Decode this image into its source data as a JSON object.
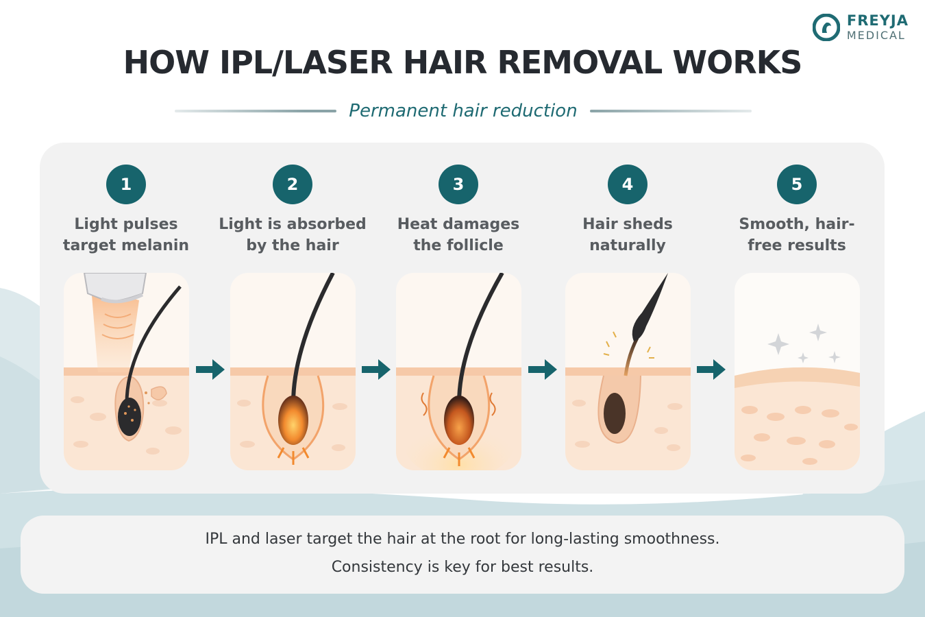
{
  "brand": {
    "name": "FREYJA",
    "sub": "MEDICAL"
  },
  "title": "HOW IPL/LASER HAIR REMOVAL WORKS",
  "subtitle": "Permanent hair reduction",
  "steps": [
    {
      "number": "1",
      "line1": "Light pulses",
      "line2": "target melanin"
    },
    {
      "number": "2",
      "line1": "Light is absorbed",
      "line2": "by the hair"
    },
    {
      "number": "3",
      "line1": "Heat damages",
      "line2": "the follicle"
    },
    {
      "number": "4",
      "line1": "Hair sheds",
      "line2": "naturally"
    },
    {
      "number": "5",
      "line1": "Smooth, hair-",
      "line2": "free results"
    }
  ],
  "note": {
    "line1": "IPL and laser target the hair at the root for long-lasting smoothness.",
    "line2": "Consistency is key for best results."
  },
  "colors": {
    "accent": "#17646c",
    "title": "#262a30",
    "skin_surface": "#f6c9a8",
    "skin_inner": "#fbe6d4",
    "hair": "#2b2b2d",
    "heat": "#f28a2e"
  },
  "icons": [
    "freyja-logo-icon",
    "light-device-icon",
    "hair-follicle-icon",
    "heat-glow-icon",
    "sparkle-icon",
    "arrow-right-icon"
  ]
}
